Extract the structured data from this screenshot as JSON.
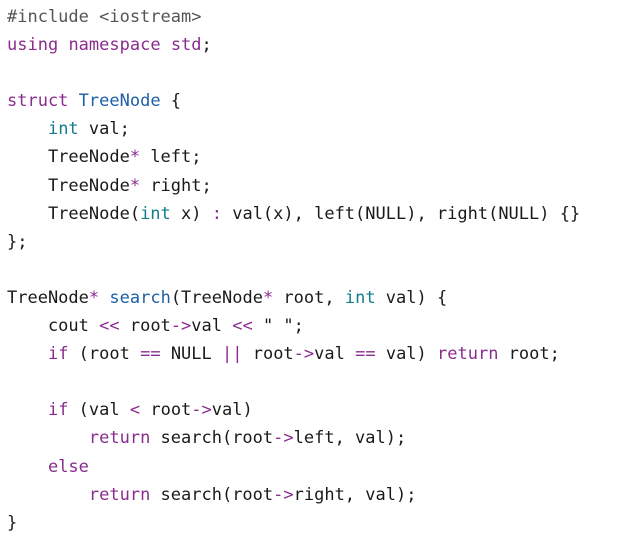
{
  "colors": {
    "background": "#ffffff",
    "text": "#1a1a1a",
    "preprocessor": "#555555",
    "keyword": "#8a2c8f",
    "type": "#0f7d8a",
    "class_name": "#1d5fa8",
    "function": "#1d5fa8",
    "operator": "#8a2c8f"
  },
  "code": {
    "lines": [
      [
        {
          "t": "#include <iostream>",
          "c": "preproc"
        }
      ],
      [
        {
          "t": "using",
          "c": "keyword"
        },
        {
          "t": " ",
          "c": "plain"
        },
        {
          "t": "namespace",
          "c": "keyword"
        },
        {
          "t": " ",
          "c": "plain"
        },
        {
          "t": "std",
          "c": "keyword"
        },
        {
          "t": ";",
          "c": "punct"
        }
      ],
      [],
      [
        {
          "t": "struct",
          "c": "keyword"
        },
        {
          "t": " ",
          "c": "plain"
        },
        {
          "t": "TreeNode",
          "c": "class"
        },
        {
          "t": " {",
          "c": "punct"
        }
      ],
      [
        {
          "t": "    ",
          "c": "plain"
        },
        {
          "t": "int",
          "c": "type"
        },
        {
          "t": " val;",
          "c": "plain"
        }
      ],
      [
        {
          "t": "    TreeNode",
          "c": "plain"
        },
        {
          "t": "*",
          "c": "op"
        },
        {
          "t": " left;",
          "c": "plain"
        }
      ],
      [
        {
          "t": "    TreeNode",
          "c": "plain"
        },
        {
          "t": "*",
          "c": "op"
        },
        {
          "t": " right;",
          "c": "plain"
        }
      ],
      [
        {
          "t": "    TreeNode(",
          "c": "plain"
        },
        {
          "t": "int",
          "c": "type"
        },
        {
          "t": " x) ",
          "c": "plain"
        },
        {
          "t": ":",
          "c": "op"
        },
        {
          "t": " val(x), left(NULL), right(NULL) {}",
          "c": "plain"
        }
      ],
      [
        {
          "t": "};",
          "c": "punct"
        }
      ],
      [],
      [
        {
          "t": "TreeNode",
          "c": "plain"
        },
        {
          "t": "*",
          "c": "op"
        },
        {
          "t": " ",
          "c": "plain"
        },
        {
          "t": "search",
          "c": "func"
        },
        {
          "t": "(TreeNode",
          "c": "plain"
        },
        {
          "t": "*",
          "c": "op"
        },
        {
          "t": " root, ",
          "c": "plain"
        },
        {
          "t": "int",
          "c": "type"
        },
        {
          "t": " val) {",
          "c": "plain"
        }
      ],
      [
        {
          "t": "    cout ",
          "c": "plain"
        },
        {
          "t": "<<",
          "c": "op"
        },
        {
          "t": " root",
          "c": "plain"
        },
        {
          "t": "->",
          "c": "op"
        },
        {
          "t": "val ",
          "c": "plain"
        },
        {
          "t": "<<",
          "c": "op"
        },
        {
          "t": " \" \";",
          "c": "string"
        }
      ],
      [
        {
          "t": "    ",
          "c": "plain"
        },
        {
          "t": "if",
          "c": "keyword"
        },
        {
          "t": " (root ",
          "c": "plain"
        },
        {
          "t": "==",
          "c": "op"
        },
        {
          "t": " NULL ",
          "c": "plain"
        },
        {
          "t": "||",
          "c": "op"
        },
        {
          "t": " root",
          "c": "plain"
        },
        {
          "t": "->",
          "c": "op"
        },
        {
          "t": "val ",
          "c": "plain"
        },
        {
          "t": "==",
          "c": "op"
        },
        {
          "t": " val) ",
          "c": "plain"
        },
        {
          "t": "return",
          "c": "keyword"
        },
        {
          "t": " root;",
          "c": "plain"
        }
      ],
      [],
      [
        {
          "t": "    ",
          "c": "plain"
        },
        {
          "t": "if",
          "c": "keyword"
        },
        {
          "t": " (val ",
          "c": "plain"
        },
        {
          "t": "<",
          "c": "op"
        },
        {
          "t": " root",
          "c": "plain"
        },
        {
          "t": "->",
          "c": "op"
        },
        {
          "t": "val)",
          "c": "plain"
        }
      ],
      [
        {
          "t": "        ",
          "c": "plain"
        },
        {
          "t": "return",
          "c": "keyword"
        },
        {
          "t": " search(root",
          "c": "plain"
        },
        {
          "t": "->",
          "c": "op"
        },
        {
          "t": "left, val);",
          "c": "plain"
        }
      ],
      [
        {
          "t": "    ",
          "c": "plain"
        },
        {
          "t": "else",
          "c": "keyword"
        }
      ],
      [
        {
          "t": "        ",
          "c": "plain"
        },
        {
          "t": "return",
          "c": "keyword"
        },
        {
          "t": " search(root",
          "c": "plain"
        },
        {
          "t": "->",
          "c": "op"
        },
        {
          "t": "right, val);",
          "c": "plain"
        }
      ],
      [
        {
          "t": "}",
          "c": "punct"
        }
      ]
    ]
  }
}
